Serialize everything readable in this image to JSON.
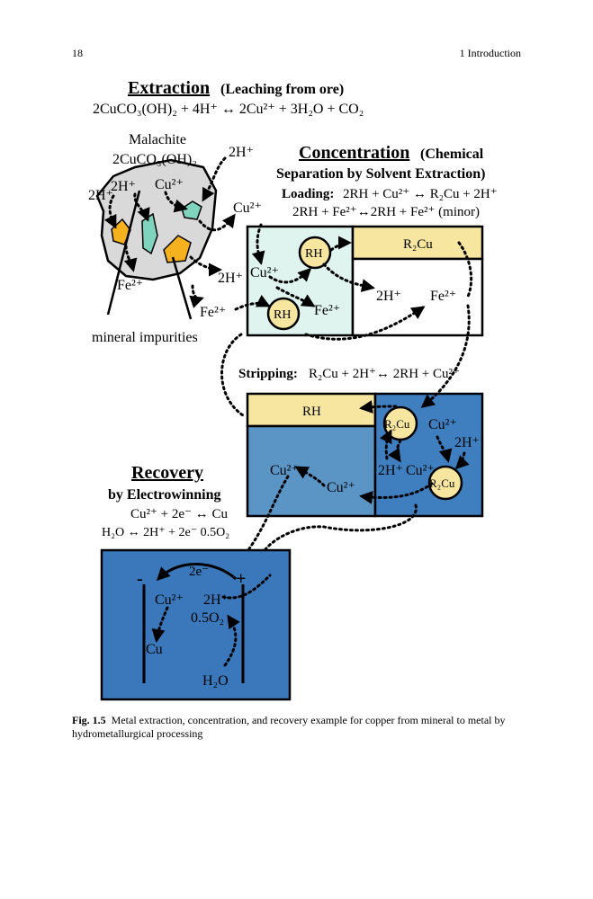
{
  "header": {
    "page_number": "18",
    "chapter": "1   Introduction"
  },
  "colors": {
    "leach_fluid": "#dff4ee",
    "organic": "#f6e6a0",
    "strip_aqueous": "#5b95c6",
    "strip_dark": "#3f7fc0",
    "cell": "#3a78bb",
    "ore": "#d9d9d9",
    "malachite": "#7fd4bd",
    "impurity": "#f6b21e"
  },
  "figure": {
    "extraction": {
      "title": "Extraction",
      "subtitle": "(Leaching from ore)",
      "equation": "2CuCO₃(OH)₂ + 4H⁺ ↔ 2Cu²⁺ + 3H₂O + CO₂"
    },
    "ore": {
      "mineral": "Malachite",
      "formula": "2CuCO₃(OH)₂",
      "h_a": "2H⁺",
      "h_b": "2H⁺",
      "h_c": "2H⁺",
      "cu": "Cu²⁺",
      "fe": "Fe²⁺",
      "impurities": "mineral impurities"
    },
    "leach_out": {
      "cu": "Cu²⁺",
      "h": "2H⁺",
      "fe": "Fe²⁺"
    },
    "concentration": {
      "title": "Concentration",
      "subtitle1": "(Chemical",
      "subtitle2": "Separation by Solvent Extraction)",
      "loading_label": "Loading:",
      "loading_eq1": "2RH + Cu²⁺ ↔ R₂Cu + 2H⁺",
      "loading_eq2": "2RH + Fe²⁺↔2RH + Fe²⁺ (minor)"
    },
    "sx_box": {
      "organic": "R₂Cu",
      "rh1": "RH",
      "rh2": "RH",
      "cu": "Cu²⁺",
      "fe": "Fe²⁺",
      "h": "2H⁺",
      "fe_out": "Fe²⁺"
    },
    "stripping": {
      "label": "Stripping:",
      "equation": "R₂Cu + 2H⁺↔ 2RH + Cu²⁺"
    },
    "strip_box": {
      "organic": "RH",
      "r2cu1": "R₂Cu",
      "r2cu2": "R₂Cu",
      "cu_a": "Cu²⁺",
      "h_a": "2H⁺",
      "cu_b": "Cu²⁺",
      "h_b": "2H⁺",
      "cu_c": "Cu²⁺",
      "cu_d": "Cu²⁺"
    },
    "recovery": {
      "title": "Recovery",
      "subtitle": "by Electrowinning",
      "eq1": "Cu²⁺ + 2e⁻ ↔ Cu",
      "eq2": "H₂O ↔ 2H⁺ + 2e⁻ 0.5O₂"
    },
    "cell": {
      "minus": "-",
      "plus": "+",
      "electrons": "2e⁻",
      "cu_ion": "Cu²⁺",
      "h": "2H⁺",
      "o2": "0.5O₂",
      "cu_metal": "Cu",
      "water": "H₂O"
    }
  },
  "caption": {
    "label": "Fig. 1.5",
    "text": "Metal extraction, concentration, and recovery example for copper from mineral to metal by hydrometallurgical processing"
  }
}
